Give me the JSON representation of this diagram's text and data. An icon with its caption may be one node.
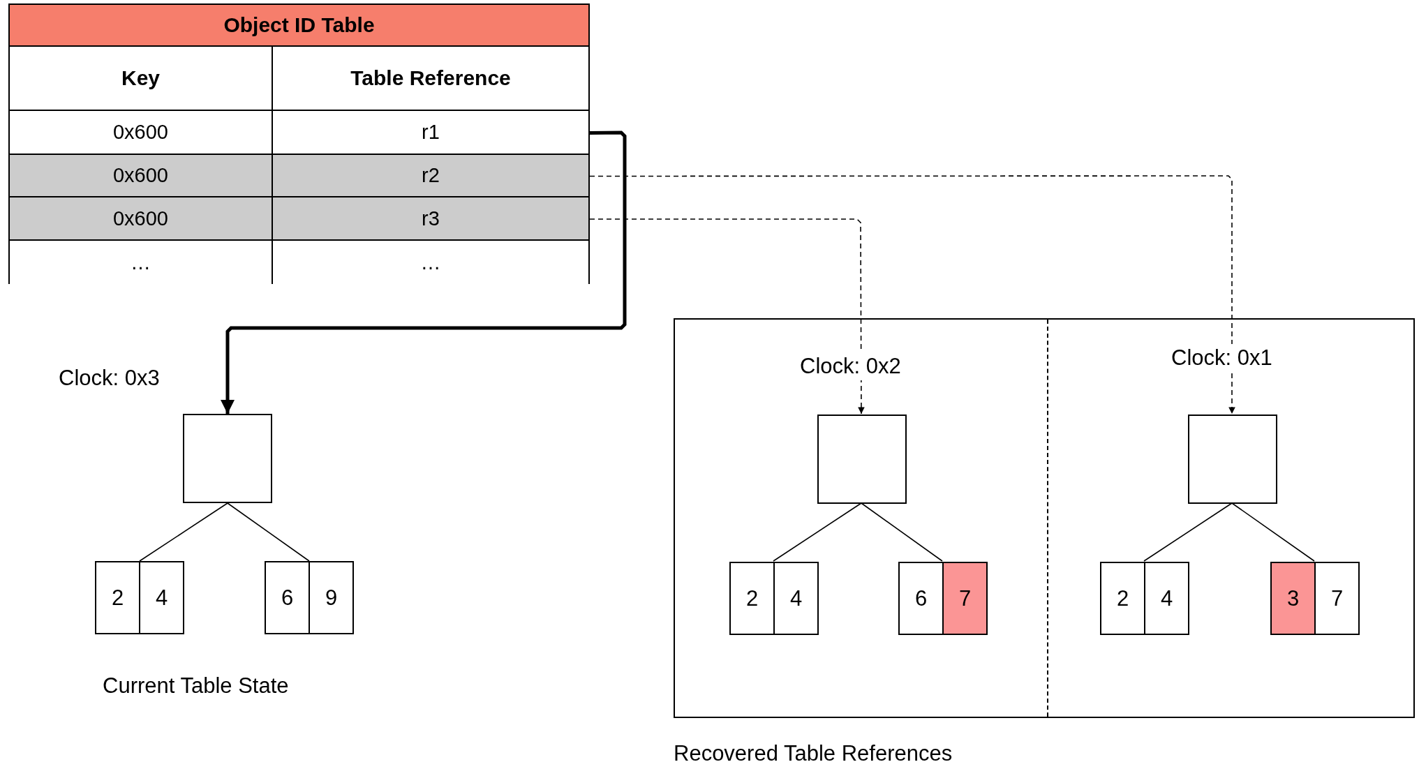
{
  "diagram": {
    "nodes": [
      {
        "text": [
          "Object ID Table"
        ]
      },
      {
        "text": [
          "Key",
          "Table Reference"
        ],
        "in": 0
      },
      {
        "text": [
          "0x600",
          "r1"
        ],
        "in": 0
      },
      {
        "text": [
          "0x600",
          "r2"
        ],
        "in": 0
      },
      {
        "text": [
          "0x600",
          "r3"
        ],
        "in": 0
      },
      {
        "text": [
          "…",
          "…"
        ],
        "in": 0
      },
      {
        "text": [],
        "shape": "box",
        "beside": [
          "Clock: 0x3"
        ]
      },
      {
        "text": [
          "2",
          "4"
        ]
      },
      {
        "text": [
          "6",
          "9"
        ]
      },
      {
        "text": [
          "Recovered Table References"
        ]
      },
      {
        "text": [],
        "shape": "box",
        "beside": [
          "Clock: 0x2"
        ],
        "in": 9
      },
      {
        "text": [
          "2",
          "4"
        ],
        "in": 9
      },
      {
        "text": [
          "6",
          "7"
        ],
        "in": 9
      },
      {
        "text": [],
        "shape": "box",
        "beside": [
          "Clock: 0x1"
        ],
        "in": 9
      },
      {
        "text": [
          "2",
          "4"
        ],
        "in": 9
      },
      {
        "text": [
          "3",
          "7"
        ],
        "in": 9
      }
    ],
    "edges": [
      {
        "from": 2,
        "to": 6,
        "arrow": "to",
        "style": "thick"
      },
      {
        "from": 3,
        "to": 13,
        "arrow": "to",
        "style": "dashed"
      },
      {
        "from": 4,
        "to": 10,
        "arrow": "to",
        "style": "dashed"
      },
      {
        "from": 6,
        "to": 7,
        "arrow": "none"
      },
      {
        "from": 6,
        "to": 8,
        "arrow": "none"
      },
      {
        "from": 10,
        "to": 11,
        "arrow": "none"
      },
      {
        "from": 10,
        "to": 12,
        "arrow": "none"
      },
      {
        "from": 13,
        "to": 14,
        "arrow": "none"
      },
      {
        "from": 13,
        "to": 15,
        "arrow": "none"
      }
    ],
    "labels": [
      "Current Table State"
    ]
  }
}
